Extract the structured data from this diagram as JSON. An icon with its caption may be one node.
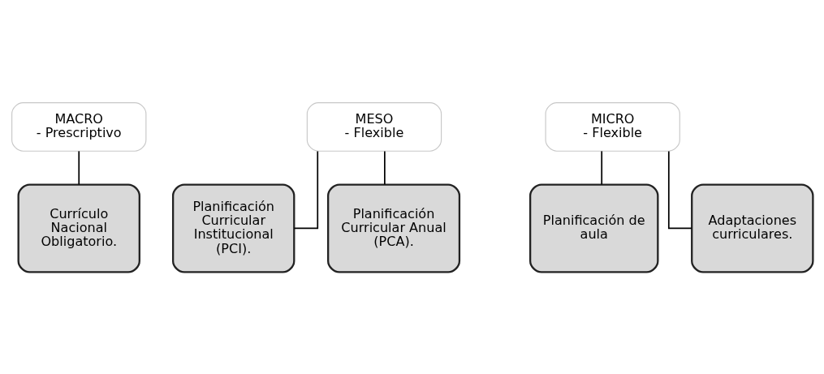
{
  "diagram": {
    "nodes": [
      {
        "text": [
          "MACRO",
          "- Prescriptivo"
        ]
      },
      {
        "text": [
          "Currículo Nacional Obligatorio."
        ]
      },
      {
        "text": [
          "MESO",
          "- Flexible"
        ]
      },
      {
        "text": [
          "Planificación Curricular Institucional (PCI)."
        ]
      },
      {
        "text": [
          "Planificación Curricular Anual (PCA)."
        ]
      },
      {
        "text": [
          "MICRO",
          "- Flexible"
        ]
      },
      {
        "text": [
          "Planificación de aula"
        ]
      },
      {
        "text": [
          "Adaptaciones curriculares."
        ]
      }
    ],
    "edges": [
      {
        "from": 0,
        "to": 1,
        "arrow": "none"
      },
      {
        "from": 2,
        "to": 3,
        "arrow": "none"
      },
      {
        "from": 2,
        "to": 4,
        "arrow": "none"
      },
      {
        "from": 5,
        "to": 6,
        "arrow": "none"
      },
      {
        "from": 5,
        "to": 7,
        "arrow": "none"
      }
    ]
  }
}
